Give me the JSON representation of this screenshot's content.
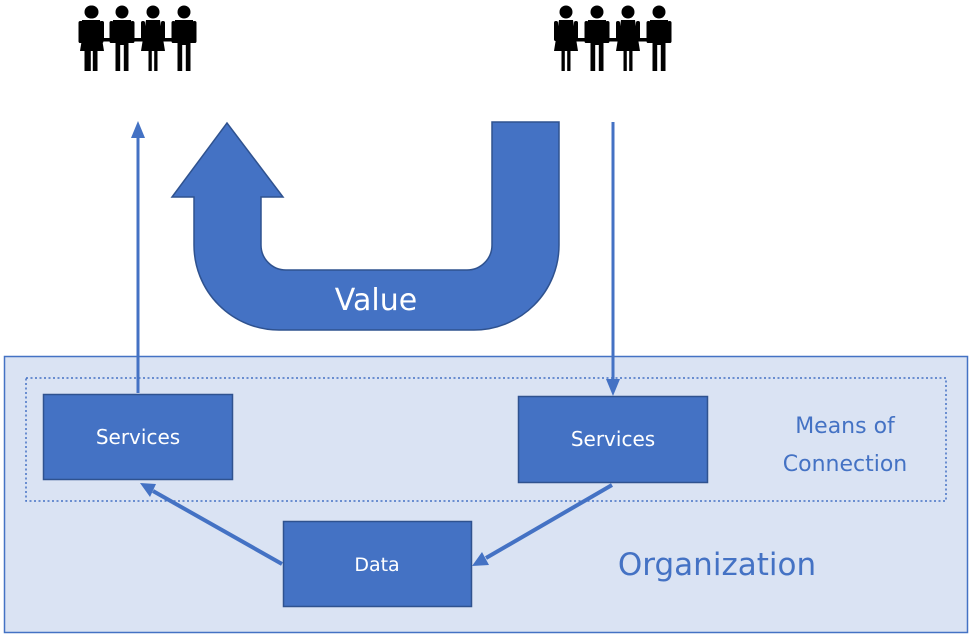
{
  "labels": {
    "value": "Value",
    "services_left": "Services",
    "services_right": "Services",
    "data": "Data",
    "means_of_connection_line1": "Means of",
    "means_of_connection_line2": "Connection",
    "organization": "Organization"
  },
  "icons": {
    "left_group": "people-group-icon",
    "right_group": "people-group-icon"
  },
  "colors": {
    "accent": "#4472c4",
    "box_fill": "#4472c4",
    "box_border": "#2f528f",
    "organization_fill": "#dae3f3",
    "organization_border": "#4472c4",
    "people": "#000000",
    "text_on_box": "#ffffff"
  }
}
